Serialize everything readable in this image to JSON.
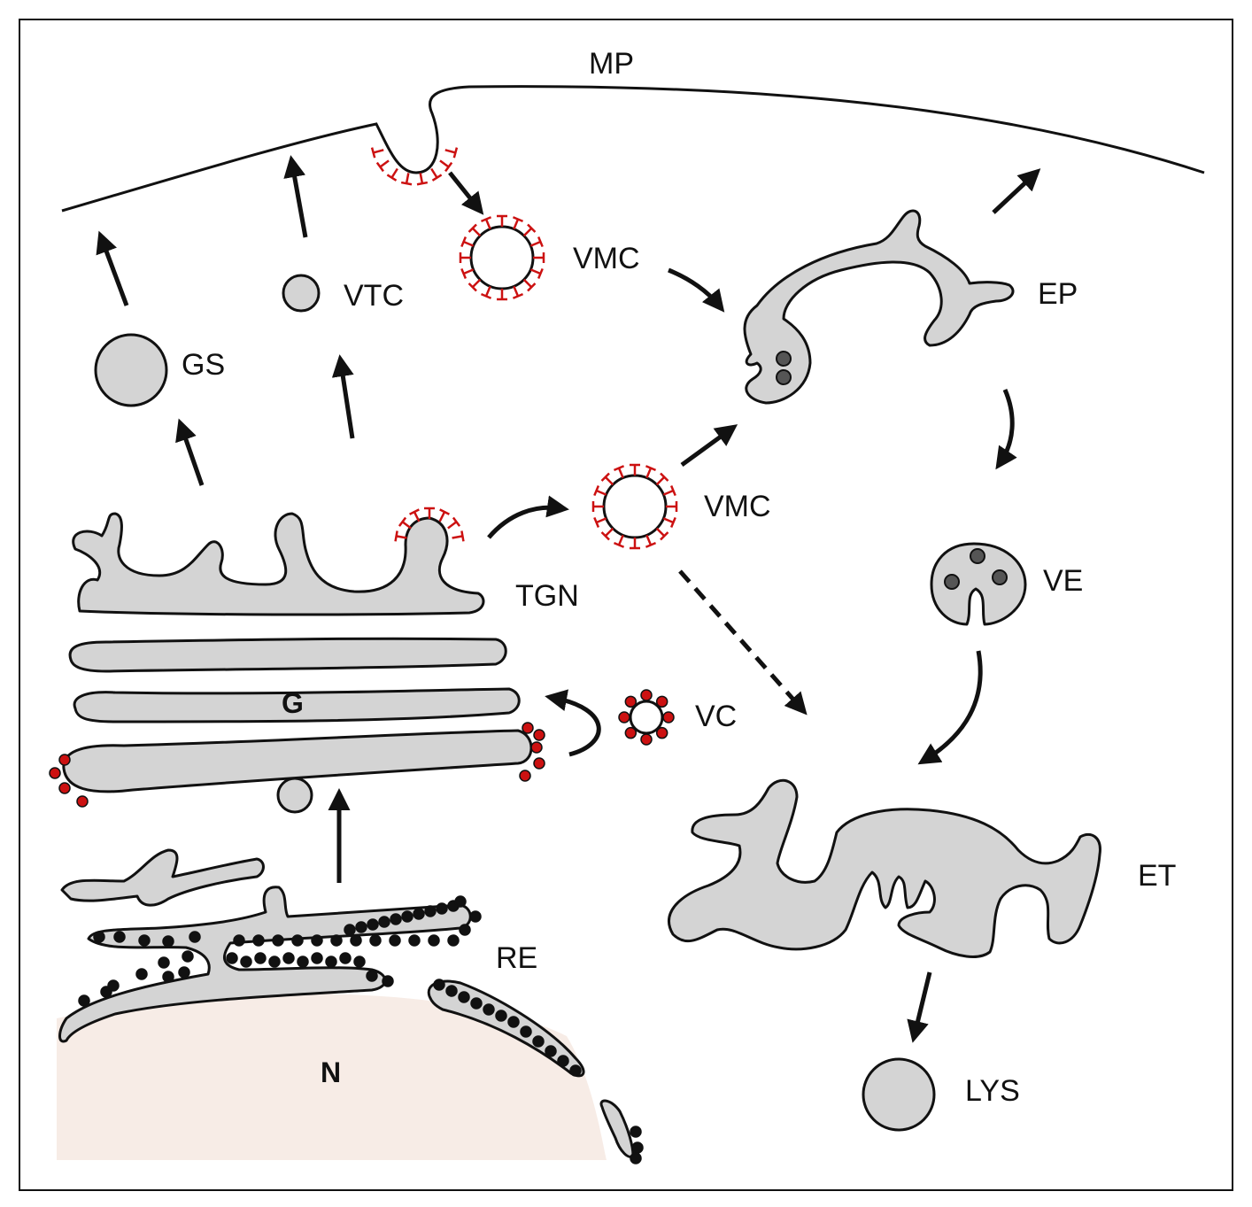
{
  "labels": {
    "mp": "MP",
    "vmc_top": "VMC",
    "vmc_mid": "VMC",
    "vtc": "VTC",
    "gs": "GS",
    "ep": "EP",
    "ve": "VE",
    "tgn": "TGN",
    "g": "G",
    "vc": "VC",
    "re": "RE",
    "n": "N",
    "et": "ET",
    "lys": "LYS"
  },
  "colors": {
    "organelle_fill": "#d4d4d4",
    "outline": "#111111",
    "clathrin_coat": "#cc1111",
    "copi_coat": "#cc1111",
    "nucleus_fill": "#f7ece6",
    "ribosome": "#111111"
  }
}
